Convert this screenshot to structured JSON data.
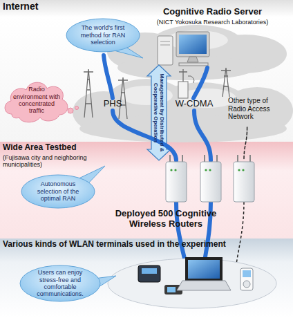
{
  "diagram": {
    "nodes": [
      {
        "text": [
          "Internet"
        ]
      },
      {
        "text": [
          "Cognitive Radio Server",
          "(NICT Yokosuka Research Laboratories)"
        ],
        "in": 0
      },
      {
        "text": [
          "The world's first method for RAN selection"
        ],
        "in": 0
      },
      {
        "text": [
          "Radio environment with concentrated traffic"
        ],
        "in": 0
      },
      {
        "text": [
          "PHS"
        ],
        "in": 0
      },
      {
        "text": [
          "W-CDMA"
        ],
        "in": 0
      },
      {
        "text": [
          "Other type of Radio Access Network"
        ],
        "in": 0
      },
      {
        "text": [
          "Wide Area Testbed",
          "(Fujisawa city and neighboring municipalities)"
        ]
      },
      {
        "text": [
          "Autonomous selection of the optimal RAN"
        ],
        "in": 7
      },
      {
        "text": [
          "Deployed 500 Cognitive Wireless Routers"
        ],
        "in": 7
      },
      {
        "text": [
          "Various kinds of WLAN terminals used in the experiment"
        ]
      },
      {
        "text": [
          "Users can enjoy stress-free and comfortable communications."
        ],
        "in": 10
      }
    ],
    "edges": [
      {
        "from": 1,
        "to": 9,
        "arrow": "both",
        "label": "Management by Distributed & Cooperative Operation"
      },
      {
        "from": 4,
        "to": 9,
        "arrow": "none"
      },
      {
        "from": 5,
        "to": 9,
        "arrow": "none"
      },
      {
        "from": 6,
        "to": 9,
        "arrow": "none"
      }
    ]
  }
}
